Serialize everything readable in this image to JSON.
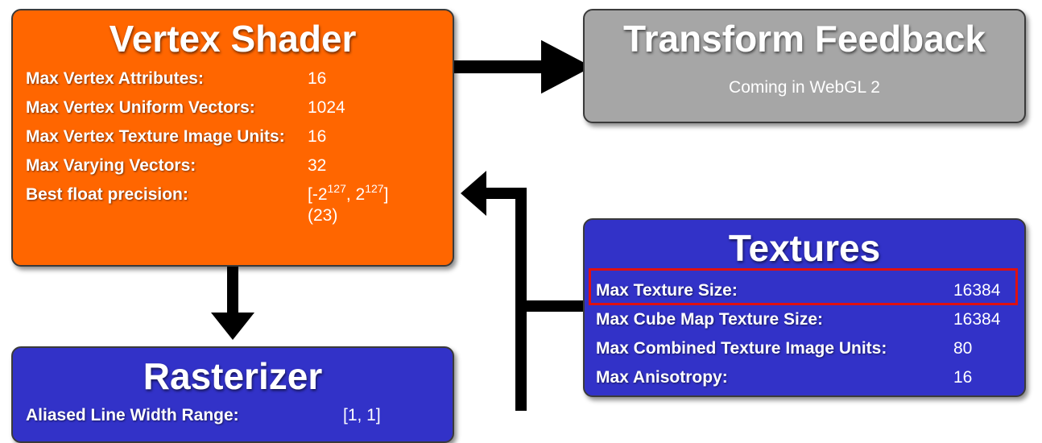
{
  "vertex_shader": {
    "title": "Vertex Shader",
    "rows": [
      {
        "label": "Max Vertex Attributes:",
        "value": "16"
      },
      {
        "label": "Max Vertex Uniform Vectors:",
        "value": "1024"
      },
      {
        "label": "Max Vertex Texture Image Units:",
        "value": "16"
      },
      {
        "label": "Max Varying Vectors:",
        "value": "32"
      },
      {
        "label": "Best float precision:",
        "value_prefix": "[-2",
        "exp1": "127",
        "value_mid": ", 2",
        "exp2": "127",
        "value_suffix": "]",
        "value_extra": "(23)"
      }
    ]
  },
  "transform_feedback": {
    "title": "Transform Feedback",
    "subtitle": "Coming in WebGL 2"
  },
  "textures": {
    "title": "Textures",
    "rows": [
      {
        "label": "Max Texture Size:",
        "value": "16384"
      },
      {
        "label": "Max Cube Map Texture Size:",
        "value": "16384"
      },
      {
        "label": "Max Combined Texture Image Units:",
        "value": "80"
      },
      {
        "label": "Max Anisotropy:",
        "value": "16"
      }
    ]
  },
  "rasterizer": {
    "title": "Rasterizer",
    "rows": [
      {
        "label": "Aliased Line Width Range:",
        "value": "[1, 1]"
      }
    ]
  },
  "colors": {
    "vertex_shader": "#ff6600",
    "transform_feedback": "#a6a6a6",
    "textures": "#3232c8",
    "rasterizer": "#3232c8",
    "highlight": "#e01010",
    "arrow": "#000000"
  }
}
